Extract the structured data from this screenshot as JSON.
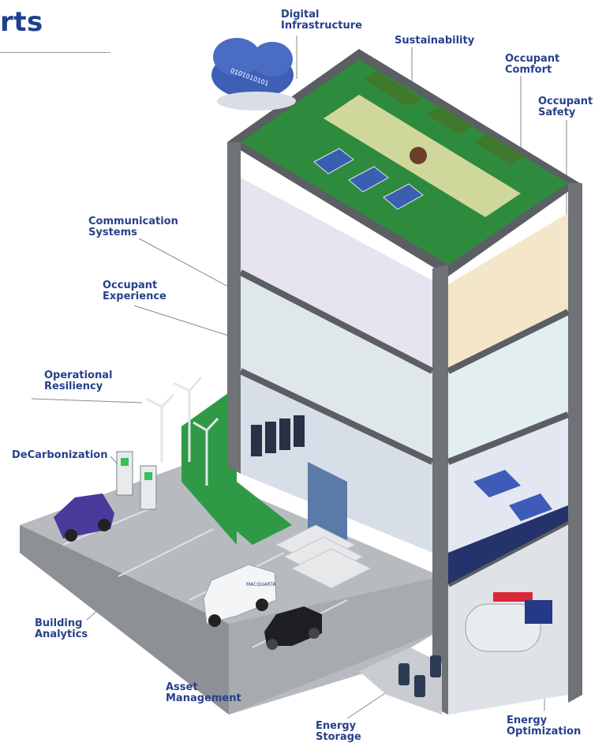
{
  "title": "rts",
  "labels": {
    "digital_infrastructure": "Digital\nInfrastructure",
    "sustainability": "Sustainability",
    "occupant_comfort": "Occupant\nComfort",
    "occupant_safety": "Occupant\nSafety",
    "communication_systems": "Communication\nSystems",
    "occupant_experience": "Occupant\nExperience",
    "operational_resiliency": "Operational\nResiliency",
    "decarbonization": "DeCarbonization",
    "building_analytics": "Building\nAnalytics",
    "asset_management": "Asset\nManagement",
    "energy_storage": "Energy\nStorage",
    "energy_optimization": "Energy\nOptimization"
  },
  "cloud_text": "0101010101",
  "van_logo": "MACQUARTA",
  "colors": {
    "label": "#27408b",
    "frame": "#6f7277",
    "roof_green": "#2e8b3e",
    "ground": "#9ea3a8",
    "accent_blue": "#1f3f8f"
  }
}
